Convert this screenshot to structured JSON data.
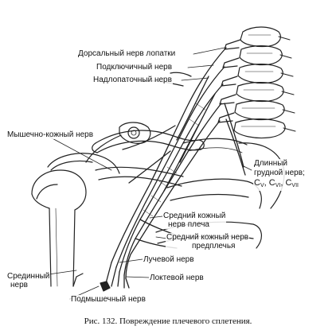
{
  "labels": {
    "dorsal_scapular": "Дорсальный нерв лопатки",
    "subclavian": "Подключичный нерв",
    "suprascapular": "Надлопаточный нерв",
    "musculocutaneous": "Мышечно-кожный нерв",
    "long_thoracic_l1": "Длинный",
    "long_thoracic_l2": "грудной нерв;",
    "long_thoracic_c5": "C",
    "long_thoracic_c5_sub": "V",
    "long_thoracic_c6": "C",
    "long_thoracic_c6_sub": "VI",
    "long_thoracic_c7": "C",
    "long_thoracic_c7_sub": "VII",
    "medial_cutaneous_arm_l1": "Средний кожный",
    "medial_cutaneous_arm_l2": "нерв плеча",
    "medial_cutaneous_forearm_l1": "Средний кожный нерв",
    "medial_cutaneous_forearm_l2": "предплечья",
    "radial": "Лучевой нерв",
    "ulnar": "Локтевой нерв",
    "median_l1": "Срединный",
    "median_l2": "нерв",
    "axillary": "Подмышечный нерв"
  },
  "caption": "Рис. 132. Повреждение плечевого сплетения."
}
